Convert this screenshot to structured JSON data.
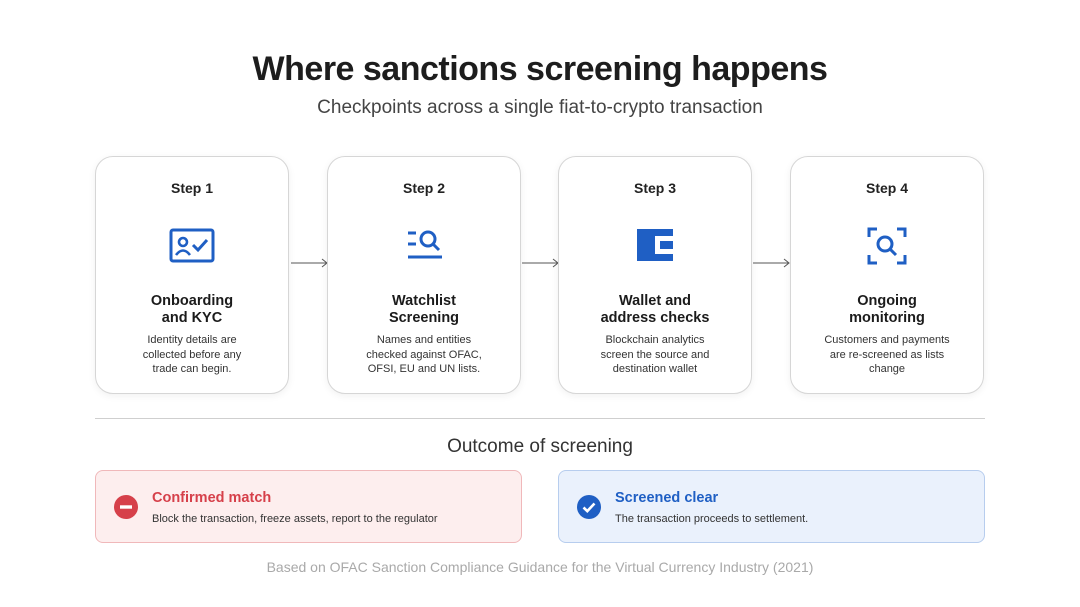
{
  "title": "Where sanctions screening happens",
  "subtitle": "Checkpoints across a single fiat-to-crypto transaction",
  "steps": [
    {
      "step": "Step 1",
      "title_line1": "Onboarding",
      "title_line2": "and KYC",
      "desc_lines": [
        "Identity details are",
        "collected before any",
        "trade can begin."
      ],
      "icon": "id-card-check-icon"
    },
    {
      "step": "Step 2",
      "title_line1": "Watchlist",
      "title_line2": "Screening",
      "desc_lines": [
        "Names and entities",
        "checked against OFAC,",
        "OFSI, EU and UN lists."
      ],
      "icon": "list-search-icon"
    },
    {
      "step": "Step 3",
      "title_line1": "Wallet and",
      "title_line2": "address checks",
      "desc_lines": [
        "Blockchain analytics",
        "screen the source and",
        "destination wallet"
      ],
      "icon": "wallet-icon"
    },
    {
      "step": "Step 4",
      "title_line1": "Ongoing",
      "title_line2": "monitoring",
      "desc_lines": [
        "Customers and payments",
        "are re-screened as lists",
        "change"
      ],
      "icon": "scan-search-icon"
    }
  ],
  "outcome_heading": "Outcome of screening",
  "outcomes": {
    "match": {
      "title": "Confirmed match",
      "desc": "Block the transaction, freeze assets, report to the regulator",
      "icon": "minus-circle-icon",
      "color": "#d6404a"
    },
    "clear": {
      "title": "Screened clear",
      "desc": "The transaction proceeds to settlement.",
      "icon": "check-circle-icon",
      "color": "#1f5fc4"
    }
  },
  "footnote": "Based on OFAC Sanction Compliance Guidance for the Virtual Currency Industry (2021)",
  "colors": {
    "accent": "#1f5fc4",
    "danger": "#d6404a"
  }
}
